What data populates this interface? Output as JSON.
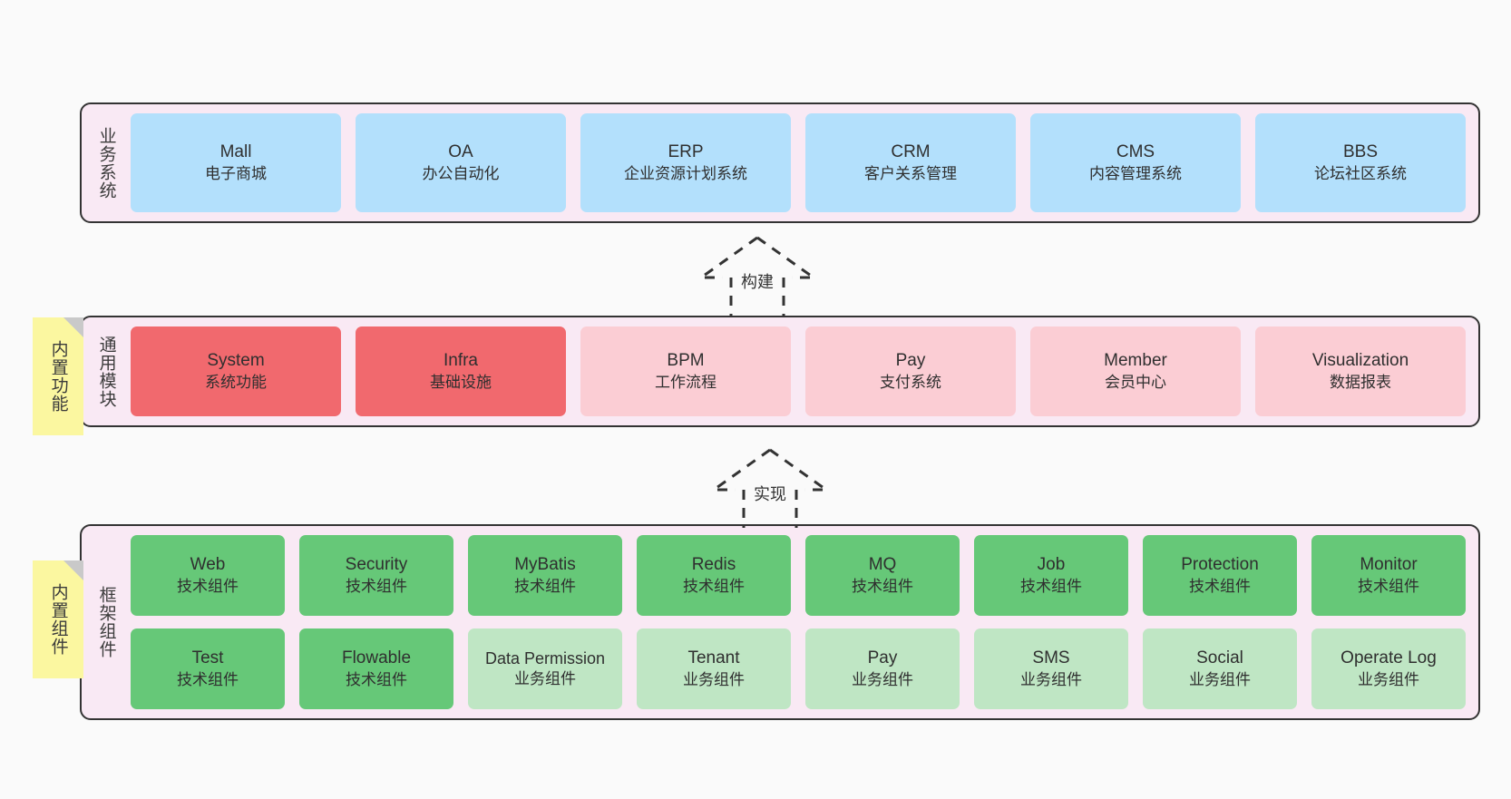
{
  "layers": [
    {
      "id": "business-systems",
      "label": "业务系统",
      "sticky": null,
      "rows": [
        {
          "cards": [
            {
              "title": "Mall",
              "sub": "电子商城",
              "color": "blue"
            },
            {
              "title": "OA",
              "sub": "办公自动化",
              "color": "blue"
            },
            {
              "title": "ERP",
              "sub": "企业资源计划系统",
              "color": "blue"
            },
            {
              "title": "CRM",
              "sub": "客户关系管理",
              "color": "blue"
            },
            {
              "title": "CMS",
              "sub": "内容管理系统",
              "color": "blue"
            },
            {
              "title": "BBS",
              "sub": "论坛社区系统",
              "color": "blue"
            }
          ]
        }
      ]
    },
    {
      "id": "common-modules",
      "label": "通用模块",
      "sticky": "内置功能",
      "rows": [
        {
          "cards": [
            {
              "title": "System",
              "sub": "系统功能",
              "color": "red"
            },
            {
              "title": "Infra",
              "sub": "基础设施",
              "color": "red"
            },
            {
              "title": "BPM",
              "sub": "工作流程",
              "color": "pink"
            },
            {
              "title": "Pay",
              "sub": "支付系统",
              "color": "pink"
            },
            {
              "title": "Member",
              "sub": "会员中心",
              "color": "pink"
            },
            {
              "title": "Visualization",
              "sub": "数据报表",
              "color": "pink"
            }
          ]
        }
      ]
    },
    {
      "id": "framework-components",
      "label": "框架组件",
      "sticky": "内置组件",
      "rows": [
        {
          "cards": [
            {
              "title": "Web",
              "sub": "技术组件",
              "color": "green"
            },
            {
              "title": "Security",
              "sub": "技术组件",
              "color": "green"
            },
            {
              "title": "MyBatis",
              "sub": "技术组件",
              "color": "green"
            },
            {
              "title": "Redis",
              "sub": "技术组件",
              "color": "green"
            },
            {
              "title": "MQ",
              "sub": "技术组件",
              "color": "green"
            },
            {
              "title": "Job",
              "sub": "技术组件",
              "color": "green"
            },
            {
              "title": "Protection",
              "sub": "技术组件",
              "color": "green"
            },
            {
              "title": "Monitor",
              "sub": "技术组件",
              "color": "green"
            }
          ]
        },
        {
          "cards": [
            {
              "title": "Test",
              "sub": "技术组件",
              "color": "green"
            },
            {
              "title": "Flowable",
              "sub": "技术组件",
              "color": "green"
            },
            {
              "title": "Data Permission",
              "sub": "业务组件",
              "color": "lightgreen",
              "three_line": true
            },
            {
              "title": "Tenant",
              "sub": "业务组件",
              "color": "lightgreen"
            },
            {
              "title": "Pay",
              "sub": "业务组件",
              "color": "lightgreen"
            },
            {
              "title": "SMS",
              "sub": "业务组件",
              "color": "lightgreen"
            },
            {
              "title": "Social",
              "sub": "业务组件",
              "color": "lightgreen"
            },
            {
              "title": "Operate Log",
              "sub": "业务组件",
              "color": "lightgreen"
            }
          ]
        }
      ]
    }
  ],
  "connectors": [
    {
      "id": "build",
      "label": "构建"
    },
    {
      "id": "implement",
      "label": "实现"
    }
  ],
  "colors": {
    "background": "#fafafa",
    "band_fill": "#f9e9f4",
    "band_stroke": "#333333",
    "blue": "#b3e0fc",
    "red": "#f1696e",
    "pink": "#fbcdd4",
    "green": "#66c878",
    "lightgreen": "#bfe6c4",
    "sticky": "#fbf7a0",
    "sticky_fold": "#c9c9c9"
  }
}
